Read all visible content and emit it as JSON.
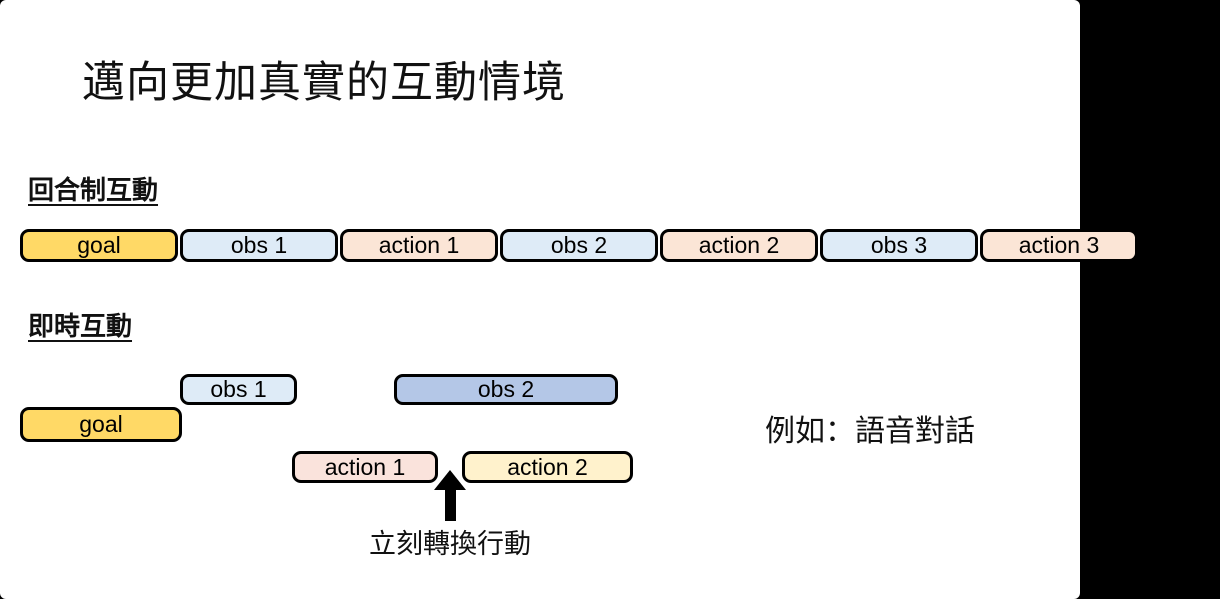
{
  "slide": {
    "title": "邁向更加真實的互動情境"
  },
  "colors": {
    "goal_fill": "#FFD966",
    "obs_light_fill": "#DEEBF7",
    "action_peach_fill": "#FBE5D6",
    "obs_dark_fill": "#B4C7E7",
    "action_pink_fill": "#FAE3DC",
    "action_yellow_fill": "#FFF2CC",
    "outline": "#000000",
    "text": "#000000",
    "background": "#FFFFFF"
  },
  "turn_based": {
    "heading": "回合制互動",
    "boxes": [
      {
        "label": "goal",
        "type": "goal"
      },
      {
        "label": "obs 1",
        "type": "obs"
      },
      {
        "label": "action 1",
        "type": "action"
      },
      {
        "label": "obs 2",
        "type": "obs"
      },
      {
        "label": "action 2",
        "type": "action"
      },
      {
        "label": "obs 3",
        "type": "obs"
      },
      {
        "label": "action 3",
        "type": "action"
      }
    ]
  },
  "realtime": {
    "heading": "即時互動",
    "goal_label": "goal",
    "obs1_label": "obs 1",
    "obs2_label": "obs 2",
    "action1_label": "action 1",
    "action2_label": "action 2",
    "arrow_label": "立刻轉換行動",
    "example_label": "例如：語音對話"
  }
}
